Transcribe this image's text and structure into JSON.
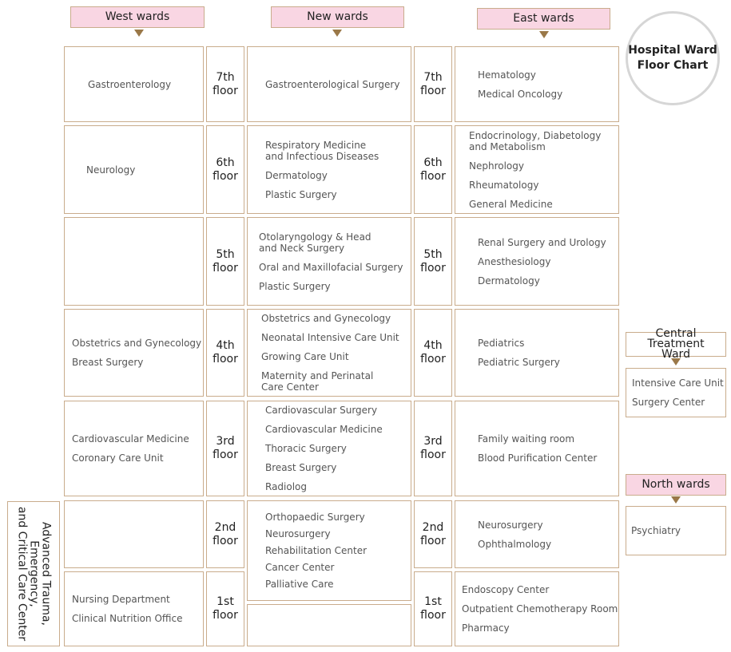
{
  "title": "Hospital Ward\nFloor Chart",
  "wards": {
    "west": "West wards",
    "new": "New wards",
    "east": "East wards",
    "central": "Central Treatment\nWard",
    "north": "North wards"
  },
  "floors": {
    "f7": "7th\nfloor",
    "f6": "6th\nfloor",
    "f5": "5th\nfloor",
    "f4": "4th\nfloor",
    "f3": "3rd\nfloor",
    "f2": "2nd\nfloor",
    "f1": "1st\nfloor"
  },
  "west": {
    "f7": [
      "Gastroenterology"
    ],
    "f6": [
      "Neurology"
    ],
    "f5": [],
    "f4": [
      "Obstetrics and Gynecology",
      "Breast Surgery"
    ],
    "f3": [
      "Cardiovascular Medicine",
      "Coronary Care Unit"
    ],
    "f2": [],
    "f1": [
      "Nursing Department",
      "Clinical Nutrition Office"
    ]
  },
  "new": {
    "f7": [
      "Gastroenterological Surgery"
    ],
    "f6": [
      "Respiratory Medicine\nand Infectious Diseases",
      "Dermatology",
      "Plastic Surgery"
    ],
    "f5": [
      "Otolaryngology & Head\nand Neck Surgery",
      "Oral and Maxillofacial Surgery",
      "Plastic Surgery"
    ],
    "f4": [
      "Obstetrics and Gynecology",
      "Neonatal Intensive Care Unit",
      "Growing Care Unit",
      "Maternity and Perinatal\nCare Center"
    ],
    "f3": [
      "Cardiovascular Surgery",
      "Cardiovascular Medicine",
      "Thoracic Surgery",
      "Breast Surgery",
      "Radiolog"
    ],
    "f2": [
      "Orthopaedic Surgery",
      "Neurosurgery",
      "Rehabilitation Center",
      "Cancer Center",
      "Palliative Care"
    ],
    "f1": []
  },
  "east": {
    "f7": [
      "Hematology",
      "Medical Oncology"
    ],
    "f6": [
      "Endocrinology, Diabetology\nand Metabolism",
      "Nephrology",
      "Rheumatology",
      "General Medicine"
    ],
    "f5": [
      "Renal Surgery and Urology",
      "Anesthesiology",
      "Dermatology"
    ],
    "f4": [
      "Pediatrics",
      "Pediatric Surgery"
    ],
    "f3": [
      "Family waiting room",
      "Blood Purification Center"
    ],
    "f2": [
      "Neurosurgery",
      "Ophthalmology"
    ],
    "f1": [
      "Endoscopy Center",
      "Outpatient Chemotherapy Room",
      "Pharmacy"
    ]
  },
  "central": [
    "Intensive Care Unit",
    "Surgery Center"
  ],
  "north": [
    "Psychiatry"
  ],
  "trauma": "Advanced Trauma,\nEmergency,\nand Critical Care Center"
}
